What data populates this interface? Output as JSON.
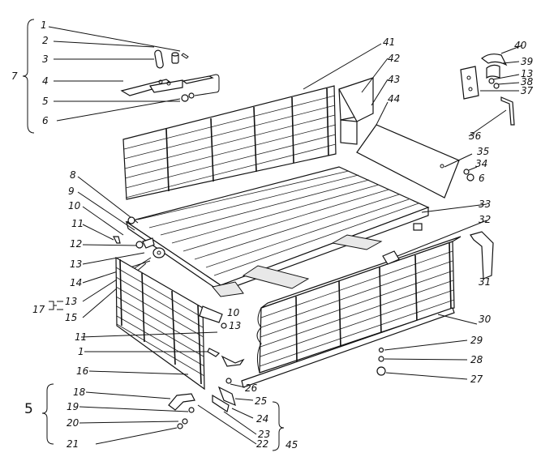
{
  "labels": {
    "l1": "1",
    "l2": "2",
    "l3": "3",
    "l4": "4",
    "l5": "5",
    "l6": "6",
    "l7": "7",
    "l8": "8",
    "l9": "9",
    "l10": "10",
    "l11": "11",
    "l12": "12",
    "l13": "13",
    "l14": "14",
    "l15": "15",
    "l16": "16",
    "l17": "17",
    "l18": "18",
    "l19": "19",
    "l20": "20",
    "l21": "21",
    "l22": "22",
    "l23": "23",
    "l24": "24",
    "l25": "25",
    "l26": "26",
    "l27": "27",
    "l28": "28",
    "l29": "29",
    "l30": "30",
    "l31": "31",
    "l32": "32",
    "l33": "33",
    "l34": "34",
    "l35": "35",
    "l36": "36",
    "l37": "37",
    "l38": "38",
    "l39": "39",
    "l40": "40",
    "l41": "41",
    "l42": "42",
    "l43": "43",
    "l44": "44",
    "l45": "45",
    "l5big": "5",
    "l10b": "10",
    "l11b": "11",
    "l1b": "1",
    "l13b": "13",
    "l6b": "6",
    "l13c": "13"
  }
}
